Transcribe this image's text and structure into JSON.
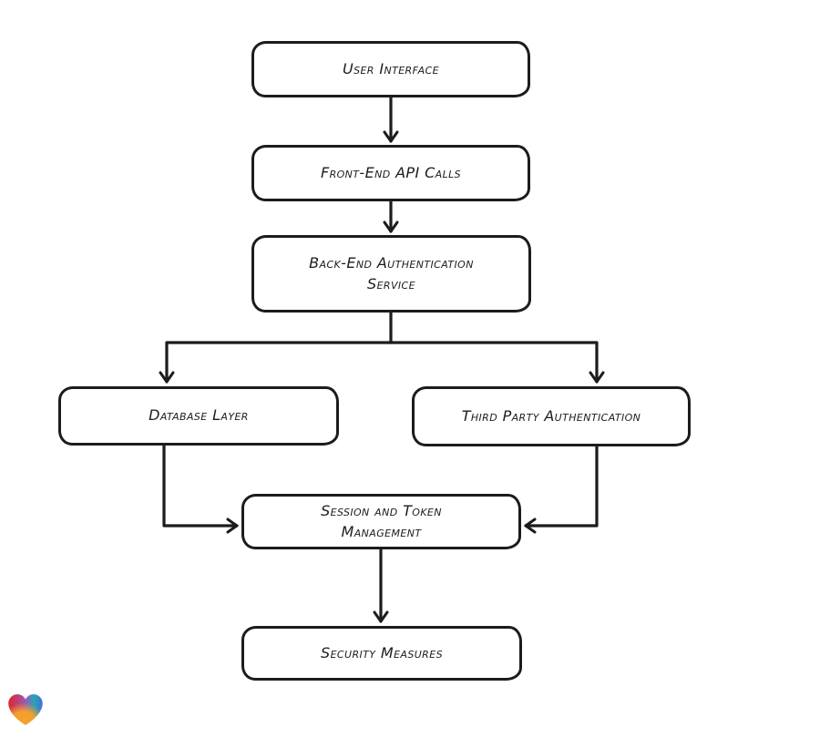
{
  "page": {
    "background": "#ffffff"
  },
  "diagram": {
    "type": "flowchart",
    "style": {
      "stroke": "#1c1c1c",
      "node_fill": "#ffffff",
      "direction": "top-down"
    },
    "nodes": [
      {
        "id": "user-interface",
        "label": "User Interface"
      },
      {
        "id": "front-end-api-calls",
        "label": "Front-End API Calls"
      },
      {
        "id": "back-end-authentication-service",
        "label": "Back-End Authentication\nService"
      },
      {
        "id": "database-layer",
        "label": "Database Layer"
      },
      {
        "id": "third-party-authentication",
        "label": "Third Party Authentication"
      },
      {
        "id": "session-and-token-management",
        "label": "Session and Token\nManagement"
      },
      {
        "id": "security-measures",
        "label": "Security Measures"
      }
    ],
    "edges": [
      {
        "from": "user-interface",
        "to": "front-end-api-calls"
      },
      {
        "from": "front-end-api-calls",
        "to": "back-end-authentication-service"
      },
      {
        "from": "back-end-authentication-service",
        "to": "database-layer"
      },
      {
        "from": "back-end-authentication-service",
        "to": "third-party-authentication"
      },
      {
        "from": "database-layer",
        "to": "session-and-token-management"
      },
      {
        "from": "third-party-authentication",
        "to": "session-and-token-management"
      },
      {
        "from": "session-and-token-management",
        "to": "security-measures"
      }
    ]
  },
  "logo": {
    "name": "gradient-heart",
    "colors": {
      "red": "#e3242b",
      "purple": "#9b59b6",
      "teal": "#29a3b5",
      "blue": "#4170d8",
      "orange": "#f7a229"
    }
  }
}
